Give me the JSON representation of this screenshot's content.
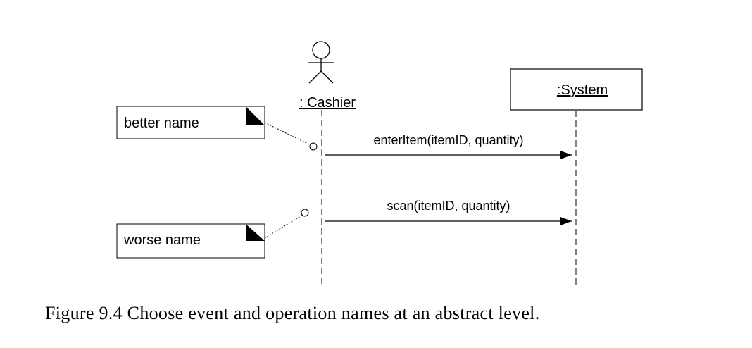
{
  "diagram": {
    "actor": {
      "label": ": Cashier"
    },
    "system": {
      "label": ":System"
    },
    "messages": [
      {
        "label": "enterItem(itemID, quantity)"
      },
      {
        "label": "scan(itemID, quantity)"
      }
    ],
    "notes": [
      {
        "label": "better name"
      },
      {
        "label": "worse name"
      }
    ]
  },
  "caption": "Figure 9.4 Choose event and operation names at an abstract level."
}
